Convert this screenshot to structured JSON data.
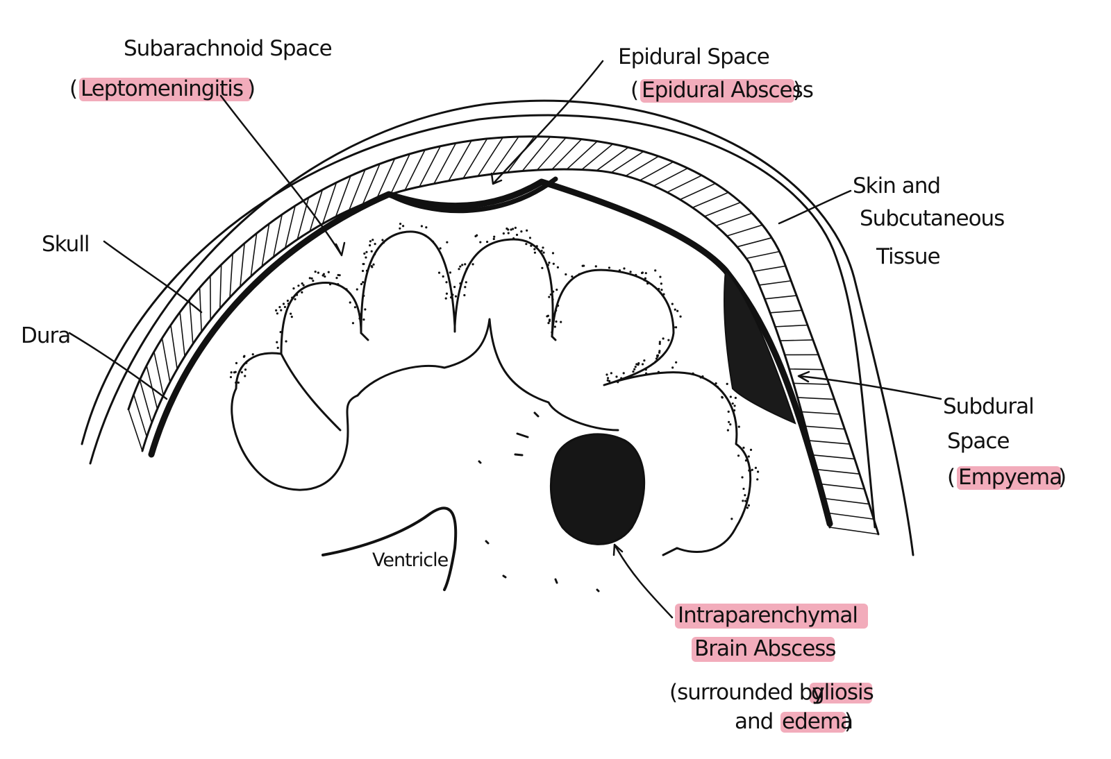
{
  "labels": {
    "subarachnoid_space": "Subarachnoid Space",
    "leptomeningitis": "Leptomeningitis",
    "epidural_space": "Epidural Space",
    "epidural_abscess": "Epidural Abscess",
    "skin_line1": "Skin and",
    "skin_line2": "Subcutaneous",
    "skin_line3": "Tissue",
    "skull": "Skull",
    "dura": "Dura",
    "subdural_line1": "Subdural",
    "subdural_line2": "Space",
    "empyema": "Empyema",
    "ventricle": "Ventricle",
    "brain_abscess_line1": "Intraparenchymal",
    "brain_abscess_line2": "Brain Abscess",
    "surrounded_prefix": "(surrounded by",
    "gliosis": "gliosis",
    "and": "and",
    "edema": "edema",
    "open_paren": "(",
    "close_paren": ")"
  },
  "colors": {
    "ink": "#111111",
    "highlight": "#f1a3b4"
  }
}
